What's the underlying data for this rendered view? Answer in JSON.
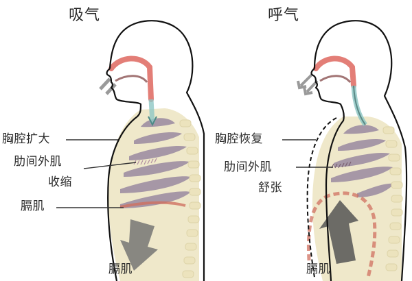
{
  "diagram": {
    "inhale": {
      "title": "吸气",
      "labels": {
        "thorax": "胸腔扩大",
        "intercostal_line1": "肋间外肌",
        "intercostal_line2": "收缩",
        "diaphragm_side": "膈肌",
        "diaphragm_bottom": "膈肌"
      },
      "diaphragm_arrow_direction": "down",
      "air_arrow_direction": "in"
    },
    "exhale": {
      "title": "呼气",
      "labels": {
        "thorax": "胸腔恢复",
        "intercostal_line1": "肋间外肌",
        "intercostal_line2": "舒张",
        "diaphragm_bottom": "膈肌"
      },
      "diaphragm_arrow_direction": "up",
      "air_arrow_direction": "out"
    },
    "colors": {
      "outline": "#111111",
      "airway": "#d9534a",
      "airway_glow": "#f2a9a0",
      "trachea": "#8fc7c4",
      "ribcage": "#e8e0b6",
      "ribs_dark": "#9a8aa0",
      "diaphragm": "#d07060",
      "arrow": "#6e6e6e",
      "leader_line": "#333333"
    }
  }
}
